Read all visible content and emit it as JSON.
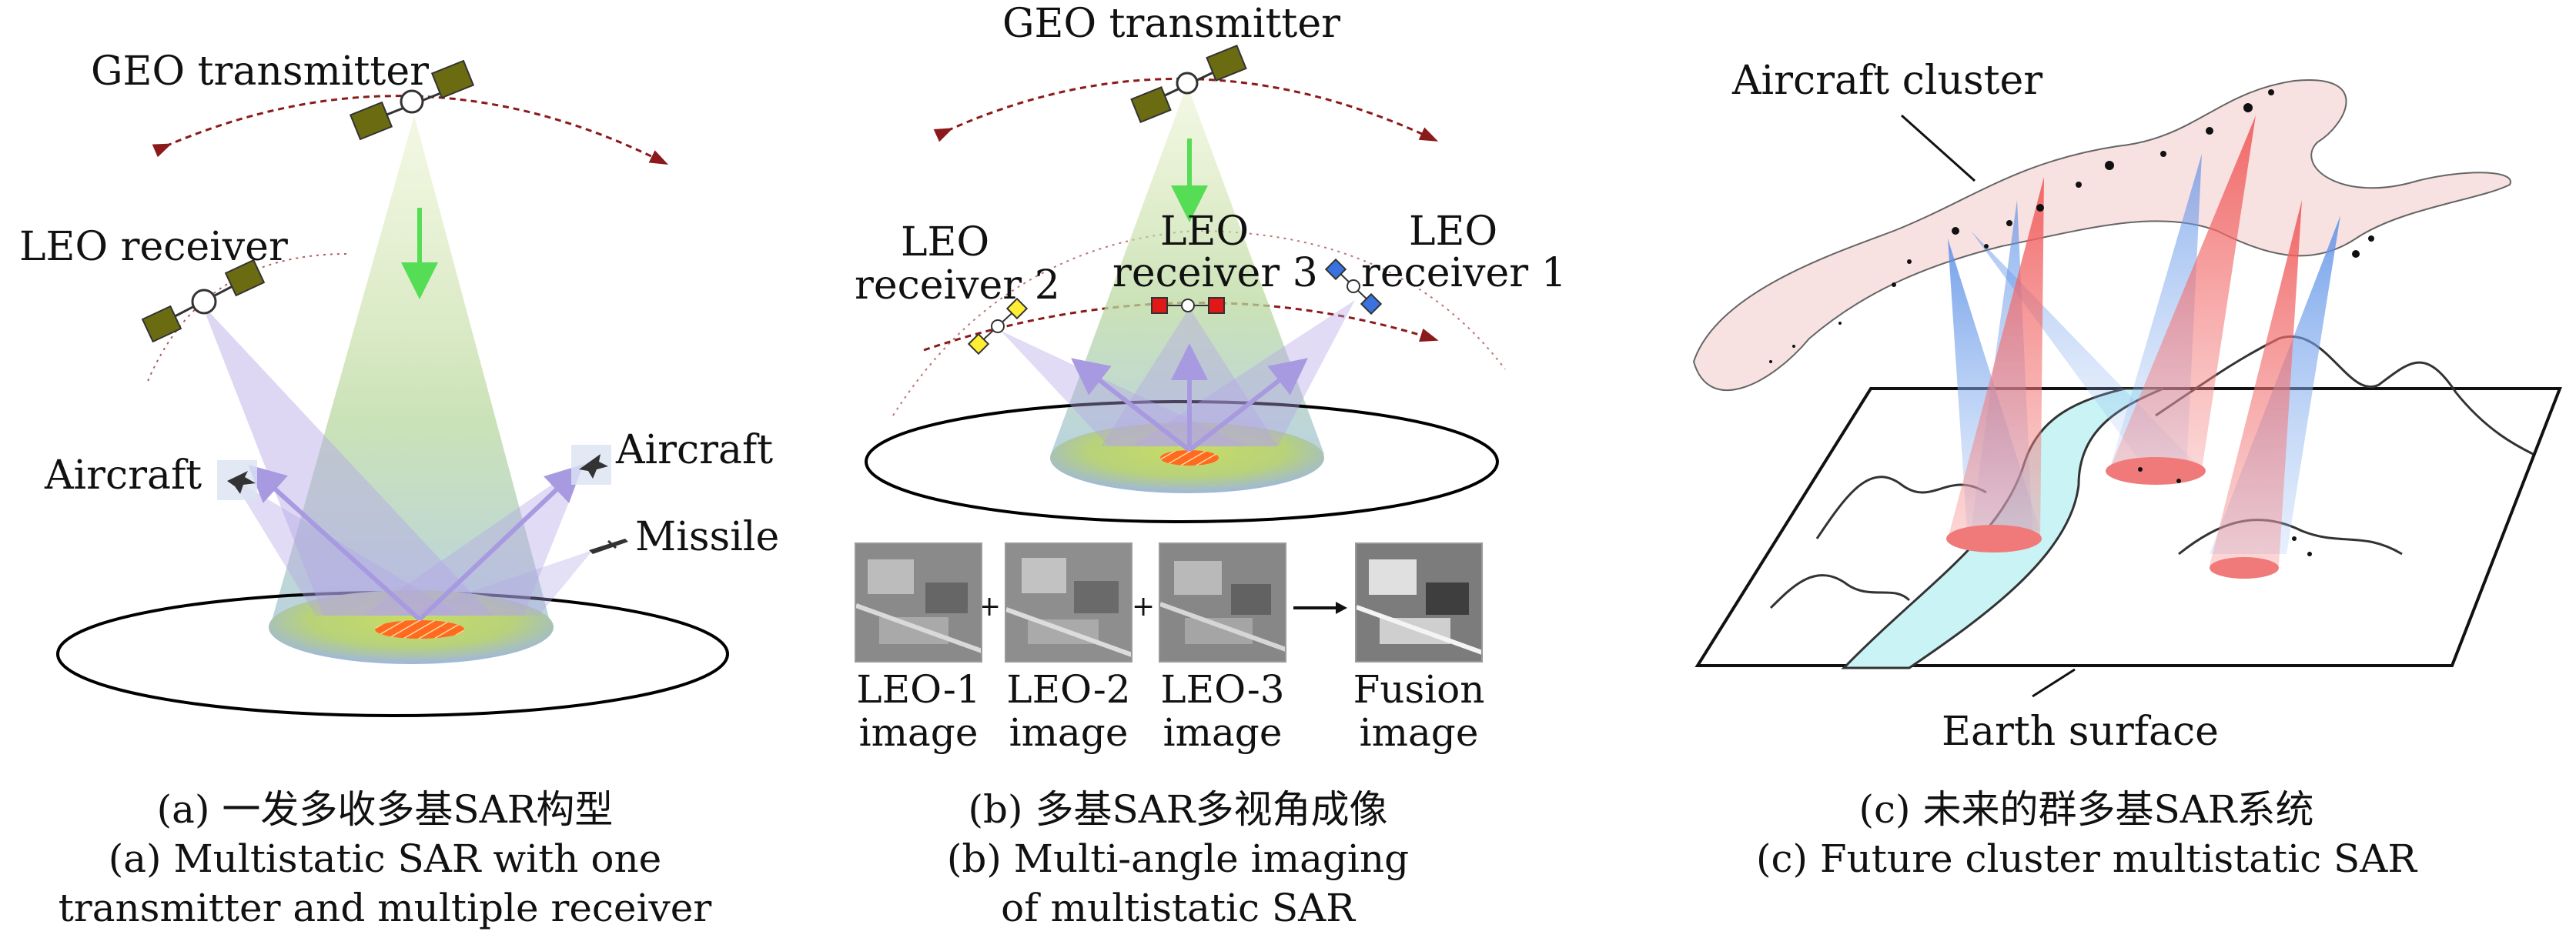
{
  "panel_a": {
    "geo_label": "GEO transmitter",
    "leo_label": "LEO receiver",
    "aircraft_left": "Aircraft",
    "aircraft_right": "Aircraft",
    "missile": "Missile",
    "caption_cn": "(a) 一发多收多基SAR构型",
    "caption_en_1": "(a) Multistatic SAR with one",
    "caption_en_2": "transmitter and multiple receiver"
  },
  "panel_b": {
    "geo_label": "GEO transmitter",
    "leo2_line1": "LEO",
    "leo2_line2": "receiver 2",
    "leo3_line1": "LEO",
    "leo3_line2": "receiver 3",
    "leo1_line1": "LEO",
    "leo1_line2": "receiver 1",
    "images": [
      {
        "line1": "LEO-1",
        "line2": "image"
      },
      {
        "line1": "LEO-2",
        "line2": "image"
      },
      {
        "line1": "LEO-3",
        "line2": "image"
      },
      {
        "line1": "Fusion",
        "line2": "image"
      }
    ],
    "plus_sign": "+",
    "caption_cn": "(b) 多基SAR多视角成像",
    "caption_en_1": "(b) Multi-angle imaging",
    "caption_en_2": "of multistatic SAR"
  },
  "panel_c": {
    "cluster_label": "Aircraft cluster",
    "earth_label": "Earth surface",
    "caption_cn": "(c) 未来的群多基SAR系统",
    "caption_en": "(c) Future cluster multistatic SAR"
  },
  "colors": {
    "orbit": "#8b1a1a",
    "satellite_panel": "#6b6b12",
    "beam_green": "#c9dd86",
    "beam_purple": "#b3a6e6",
    "arrow_green": "#55dd55",
    "footprint": "#ff5a1f",
    "beam_red": "#f05a5a",
    "beam_blue": "#6a9be8",
    "river": "#c9f3f5"
  }
}
